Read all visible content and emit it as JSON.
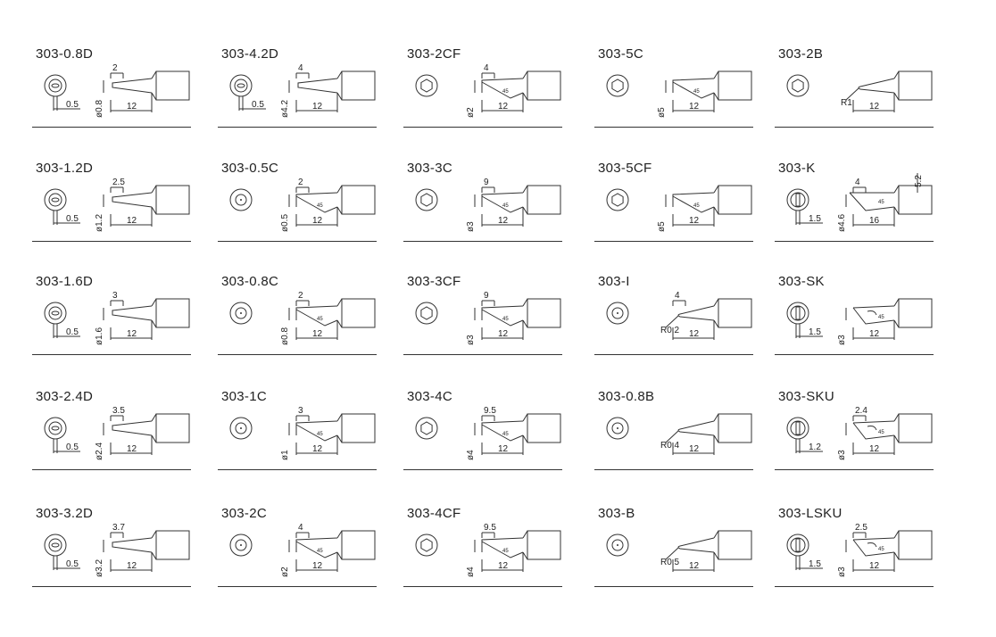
{
  "columns": [
    [
      {
        "model": "303-0.8D",
        "shape": "D",
        "front": "slot",
        "tip": "2",
        "dia": "ø0.8",
        "side": "0.5",
        "len": "12"
      },
      {
        "model": "303-1.2D",
        "shape": "D",
        "front": "slot",
        "tip": "2.5",
        "dia": "ø1.2",
        "side": "0.5",
        "len": "12"
      },
      {
        "model": "303-1.6D",
        "shape": "D",
        "front": "slot",
        "tip": "3",
        "dia": "ø1.6",
        "side": "0.5",
        "len": "12"
      },
      {
        "model": "303-2.4D",
        "shape": "D",
        "front": "slot",
        "tip": "3.5",
        "dia": "ø2.4",
        "side": "0.5",
        "len": "12"
      },
      {
        "model": "303-3.2D",
        "shape": "D",
        "front": "slot",
        "tip": "3.7",
        "dia": "ø3.2",
        "side": "0.5",
        "len": "12"
      }
    ],
    [
      {
        "model": "303-4.2D",
        "shape": "D",
        "front": "slot",
        "tip": "4",
        "dia": "ø4.2",
        "side": "0.5",
        "len": "12"
      },
      {
        "model": "303-0.5C",
        "shape": "C",
        "front": "dot",
        "tip": "2",
        "dia": "ø0.5",
        "angle": "45",
        "len": "12"
      },
      {
        "model": "303-0.8C",
        "shape": "C",
        "front": "dot",
        "tip": "2",
        "dia": "ø0.8",
        "angle": "45",
        "len": "12"
      },
      {
        "model": "303-1C",
        "shape": "C",
        "front": "dot",
        "tip": "3",
        "dia": "ø1",
        "angle": "45",
        "len": "12"
      },
      {
        "model": "303-2C",
        "shape": "C",
        "front": "dot",
        "tip": "4",
        "dia": "ø2",
        "angle": "45",
        "len": "12"
      }
    ],
    [
      {
        "model": "303-2CF",
        "shape": "C",
        "front": "hex",
        "tip": "4",
        "dia": "ø2",
        "angle": "45",
        "len": "12"
      },
      {
        "model": "303-3C",
        "shape": "C",
        "front": "hex",
        "tip": "9",
        "dia": "ø3",
        "angle": "45",
        "len": "12"
      },
      {
        "model": "303-3CF",
        "shape": "C",
        "front": "hex",
        "tip": "9",
        "dia": "ø3",
        "angle": "45",
        "len": "12"
      },
      {
        "model": "303-4C",
        "shape": "C",
        "front": "hex",
        "tip": "9.5",
        "dia": "ø4",
        "angle": "45",
        "len": "12"
      },
      {
        "model": "303-4CF",
        "shape": "C",
        "front": "hex",
        "tip": "9.5",
        "dia": "ø4",
        "angle": "45",
        "len": "12"
      }
    ],
    [
      {
        "model": "303-5C",
        "shape": "C",
        "front": "hex",
        "tip": "",
        "dia": "ø5",
        "angle": "45",
        "len": "12"
      },
      {
        "model": "303-5CF",
        "shape": "C",
        "front": "hex",
        "tip": "",
        "dia": "ø5",
        "angle": "45",
        "len": "12"
      },
      {
        "model": "303-I",
        "shape": "B",
        "front": "dot",
        "tip": "4",
        "radius": "R0.2",
        "len": "12"
      },
      {
        "model": "303-0.8B",
        "shape": "B",
        "front": "dot",
        "tip": "",
        "radius": "R0.4",
        "len": "12"
      },
      {
        "model": "303-B",
        "shape": "B",
        "front": "dot",
        "tip": "",
        "radius": "R0.5",
        "len": "12"
      }
    ],
    [
      {
        "model": "303-2B",
        "shape": "B",
        "front": "hex",
        "tip": "",
        "radius": "R1",
        "len": "12"
      },
      {
        "model": "303-K",
        "shape": "K",
        "front": "knife",
        "tip": "4",
        "dia": "ø4.6",
        "side": "1.5",
        "angle": "45",
        "top": "5.2",
        "len": "16"
      },
      {
        "model": "303-SK",
        "shape": "SK",
        "front": "knife",
        "dia": "ø3",
        "side": "1.5",
        "angle": "45",
        "len": "12"
      },
      {
        "model": "303-SKU",
        "shape": "SK",
        "front": "knife",
        "tip": "2.4",
        "dia": "ø3",
        "side": "1.2",
        "angle": "45",
        "len": "12"
      },
      {
        "model": "303-LSKU",
        "shape": "SK",
        "front": "knife",
        "tip": "2.5",
        "dia": "ø3",
        "side": "1.5",
        "angle": "45",
        "len": "12"
      }
    ]
  ]
}
